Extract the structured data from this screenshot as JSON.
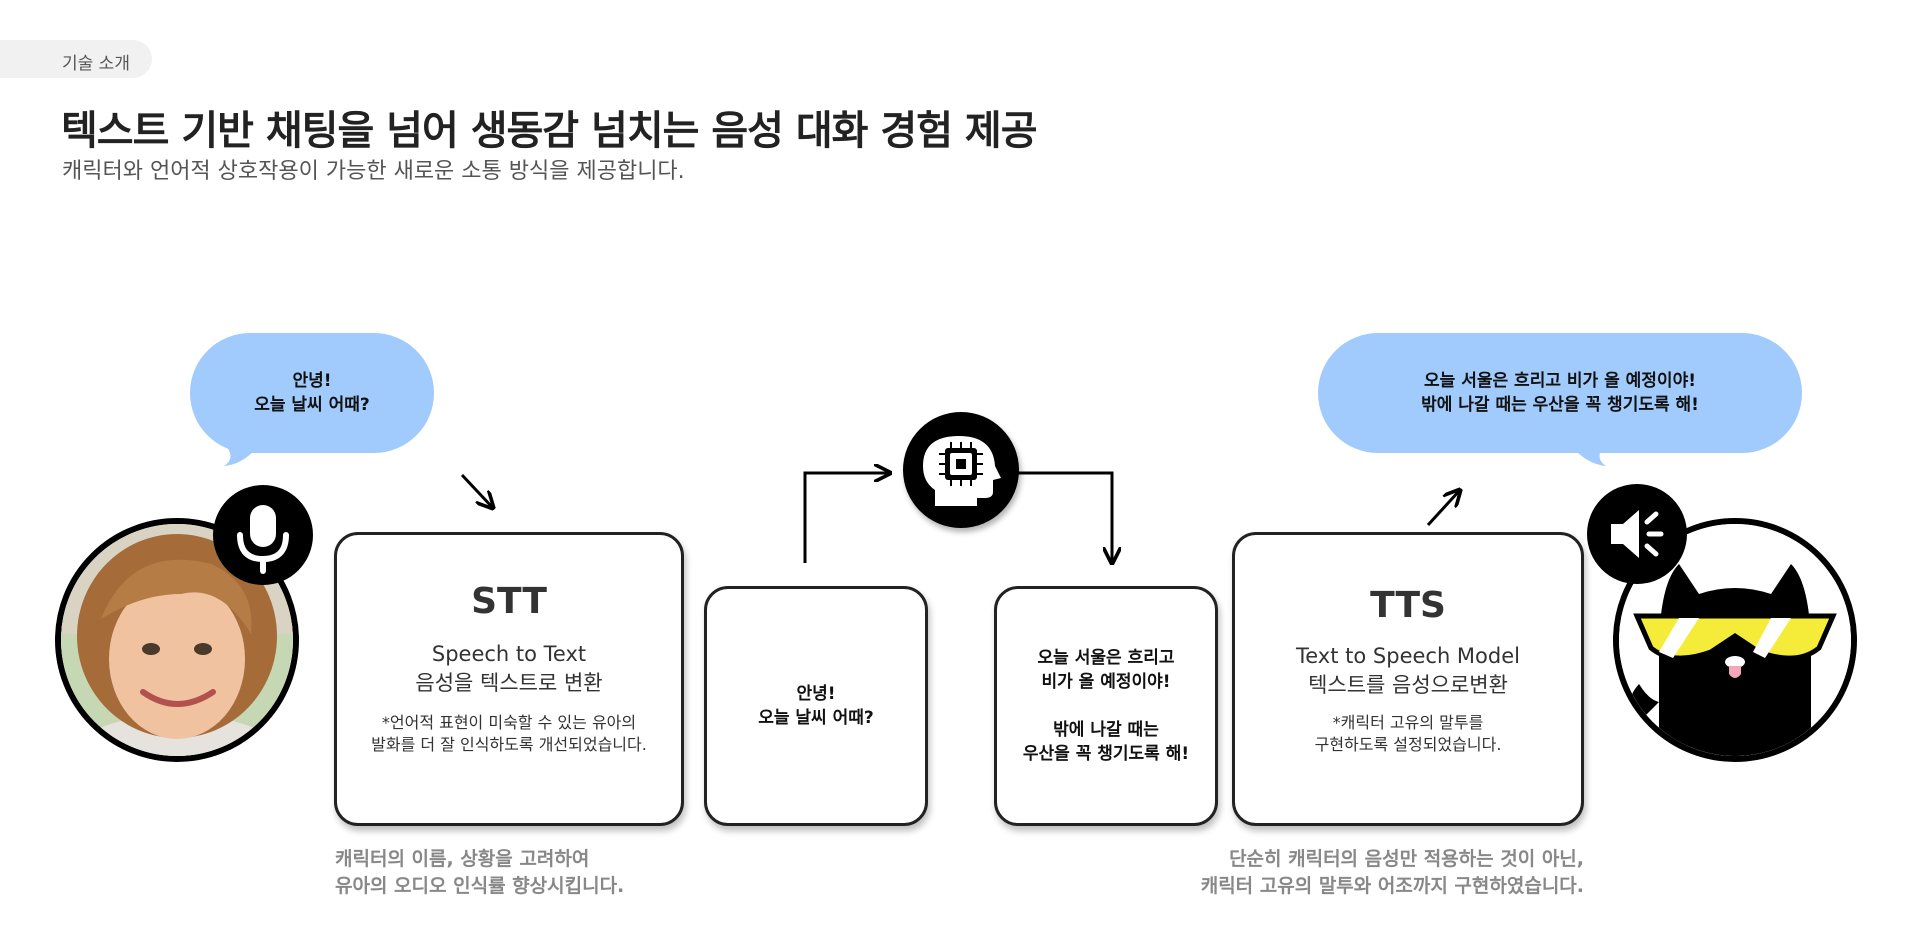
{
  "header": {
    "tag": "기술 소개",
    "title": "텍스트 기반 채팅을 넘어 생동감 넘치는 음성 대화 경험 제공",
    "subtitle": "캐릭터와 언어적 상호작용이 가능한 새로운 소통 방식을 제공합니다."
  },
  "user_bubble": [
    "안녕!",
    "오늘 날씨 어때?"
  ],
  "character_bubble": [
    "오늘 서울은 흐리고 비가 올 예정이야!",
    "밖에 나갈 때는 우산을 꼭 챙기도록 해!"
  ],
  "stt_card": {
    "title": "STT",
    "sub": [
      "Speech to Text",
      "음성을 텍스트로 변환"
    ],
    "note": [
      "*언어적 표현이 미숙할 수 있는 유아의",
      "발화를 더 잘 인식하도록 개선되었습니다."
    ]
  },
  "input_text_card": [
    "안녕!",
    "오늘 날씨 어때?"
  ],
  "output_text_card": [
    "오늘 서울은 흐리고",
    "비가 올 예정이야!",
    "",
    "밖에 나갈 때는",
    "우산을 꼭 챙기도록 해!"
  ],
  "tts_card": {
    "title": "TTS",
    "sub": [
      "Text to Speech Model",
      "텍스트를 음성으로변환"
    ],
    "note": [
      "*캐릭터 고유의 말투를",
      "구현하도록 설정되었습니다."
    ]
  },
  "captions": {
    "left": [
      "캐릭터의 이름, 상황을 고려하여",
      "유아의 오디오 인식률 향상시킵니다."
    ],
    "right": [
      "단순히 캐릭터의 음성만 적용하는 것이 아닌,",
      "캐릭터 고유의 말투와 어조까지 구현하였습니다."
    ]
  },
  "icons": {
    "microphone": "microphone-icon",
    "speaker": "speaker-icon",
    "ai_head": "ai-head-chip-icon"
  },
  "colors": {
    "bubble": "#a0cbfc",
    "caption": "#888888",
    "cat_glasses": "#f5ec3a"
  }
}
